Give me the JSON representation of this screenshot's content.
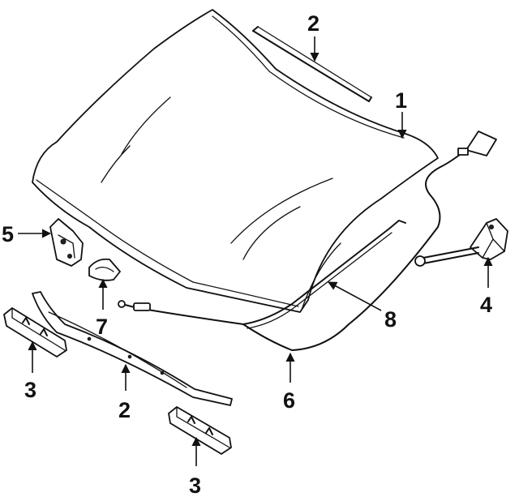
{
  "callouts": {
    "c1": "1",
    "c2_top": "2",
    "c2_bottom": "2",
    "c3_left": "3",
    "c3_right": "3",
    "c4": "4",
    "c5": "5",
    "c6": "6",
    "c7": "7",
    "c8": "8"
  },
  "colors": {
    "line": "#111111",
    "background": "#ffffff"
  }
}
